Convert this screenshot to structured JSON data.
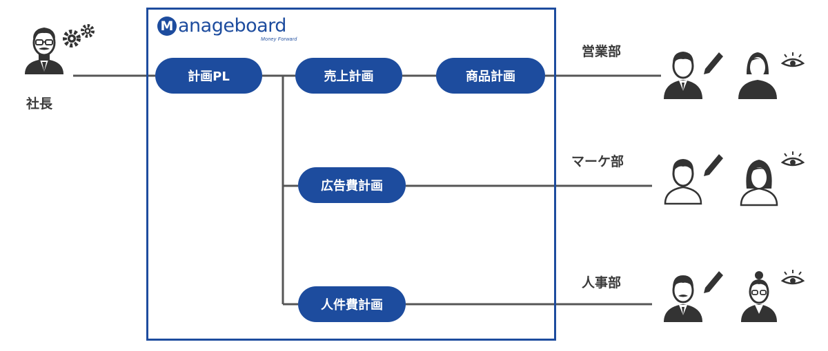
{
  "logo": {
    "brand_initial": "M",
    "brand_rest": "anageboard",
    "brand_sub": "Money Forward"
  },
  "president": {
    "label": "社長"
  },
  "nodes": {
    "plan_pl": "計画PL",
    "sales_plan": "売上計画",
    "product_plan": "商品計画",
    "ad_cost_plan": "広告費計画",
    "personnel_cost_plan": "人件費計画"
  },
  "departments": {
    "sales": "営業部",
    "marketing": "マーケ部",
    "hr": "人事部"
  },
  "icons": [
    "person-glasses-icon",
    "gears-icon",
    "person-icon",
    "pencil-icon",
    "eye-icon"
  ],
  "colors": {
    "brand": "#1d4c9e",
    "line": "#555555",
    "icon": "#333333"
  }
}
